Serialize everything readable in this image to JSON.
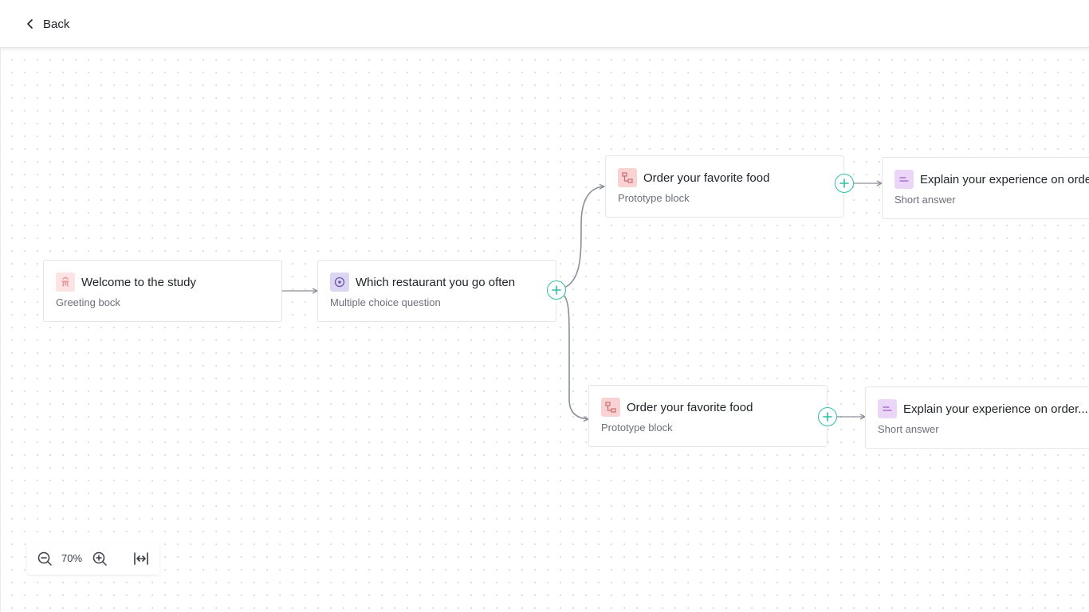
{
  "header": {
    "back_label": "Back",
    "back_icon": "chevron-left-icon"
  },
  "canvas": {
    "nodes": [
      {
        "id": "welcome",
        "icon": "greeting-icon",
        "title": "Welcome to the study",
        "subtitle": "Greeting bock"
      },
      {
        "id": "restaurant",
        "icon": "multiple-choice-icon",
        "title": "Which restaurant you go often",
        "subtitle": "Multiple choice question"
      },
      {
        "id": "order-top",
        "icon": "prototype-icon",
        "title": "Order your favorite food",
        "subtitle": "Prototype block"
      },
      {
        "id": "explain-top",
        "icon": "short-answer-icon",
        "title": "Explain your experience on ordering the food",
        "subtitle": "Short answer"
      },
      {
        "id": "order-bottom",
        "icon": "prototype-icon",
        "title": "Order your favorite food",
        "subtitle": "Prototype block"
      },
      {
        "id": "explain-bottom",
        "icon": "short-answer-icon",
        "title": "Explain your experience on order...",
        "subtitle": "Short answer"
      }
    ]
  },
  "zoom": {
    "level": "70%",
    "zoom_out_icon": "zoom-out-icon",
    "zoom_in_icon": "zoom-in-icon",
    "fit_icon": "fit-width-icon"
  },
  "colors": {
    "accent": "#2ebfa5",
    "edge": "#8a8f98"
  }
}
